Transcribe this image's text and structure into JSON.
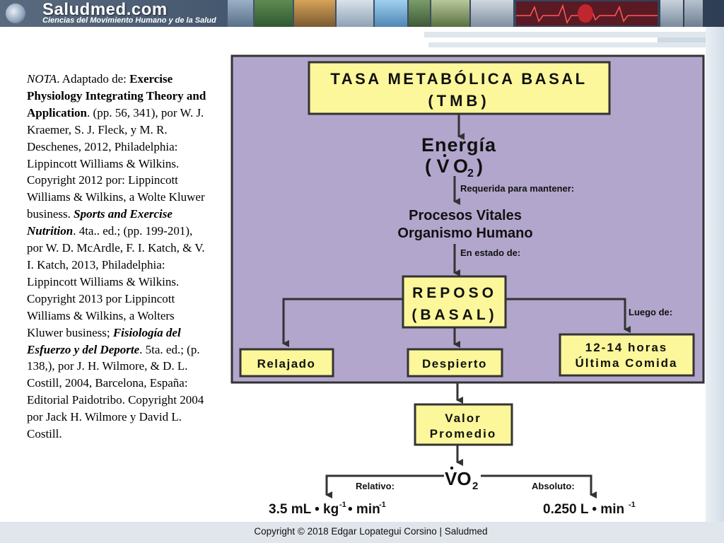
{
  "header": {
    "logo_text": "Saludmed.com",
    "logo_subtitle": "Ciencias del Movimiento Humano y de la Salud"
  },
  "note": {
    "label": "NOTA",
    "p1": ". Adaptado de: ",
    "b1": "Exercise Physiology Integrating Theory and Application",
    "p2": ". (pp. 56, 341), por W. J. Kraemer, S. J. Fleck, y M. R. Deschenes, 2012, Philadelphia: Lippincott Williams & Wilkins. Copyright 2012 por: Lippincott Williams & Wilkins, a Wolte Kluwer business. ",
    "b2": "Sports and Exercise Nutrition",
    "p3": ". 4ta.. ed.; (pp. 199-201), por W. D. McArdle, F. I. Katch, & V. I. Katch, 2013, Philadelphia: Lippincott Williams & Wilkins. Copyright 2013 por Lippincott Williams & Wilkins, a Wolters Kluwer business; ",
    "b3": "Fisiología del Esfuerzo y del Deporte",
    "p4": ". 5ta. ed.; (p. 138,), por J. H. Wilmore, & D. L. Costill, 2004, Barcelona, España: Editorial Paidotribo. Copyright 2004 por Jack H. Wilmore y David L. Costill."
  },
  "diagram": {
    "title_line1": "TASA METABÓLICA BASAL",
    "title_line2": "(TMB)",
    "energy_label": "Energía",
    "vo2_paren_open": "( V",
    "vo2_sub": "O",
    "vo2_subscript": "2",
    "vo2_paren_close": ")",
    "required_label": "Requerida para mantener:",
    "processes_line1": "Procesos Vitales",
    "processes_line2": "Organismo Humano",
    "state_label": "En estado de:",
    "rest_line1": "REPOSO",
    "rest_line2": "(BASAL)",
    "after_label": "Luego de:",
    "relaxed": "Relajado",
    "awake": "Despierto",
    "hours_line1": "12-14 horas",
    "hours_line2": "Última Comida",
    "average_line1": "Valor",
    "average_line2": "Promedio",
    "vo2_main": "VO",
    "vo2_main_sub": "2",
    "relative_label": "Relativo:",
    "absolute_label": "Absoluto:",
    "relative_value": "3.5 mL • kg",
    "relative_exp1": "-1",
    "relative_mid": "• min",
    "relative_exp2": "-1",
    "absolute_value": "0.250 L • min",
    "absolute_exp": "-1"
  },
  "footer": {
    "copyright": "Copyright © 2018 Edgar Lopategui Corsino | Saludmed"
  },
  "colors": {
    "panel": "#b2a6cc",
    "box": "#fbf79a",
    "border": "#333333"
  }
}
